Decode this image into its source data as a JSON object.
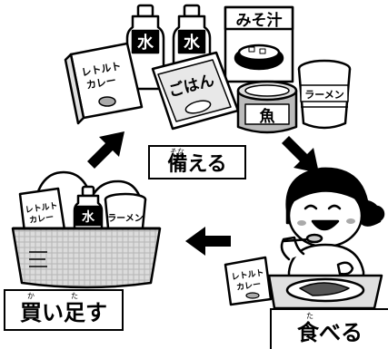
{
  "labels": {
    "sonaeru": {
      "ruby": "そな",
      "text": "備える"
    },
    "taberu": {
      "ruby": "た",
      "text": "食べる"
    },
    "kaitasu": {
      "ruby_1": "か",
      "ruby_2": "た",
      "text": "買い足す"
    }
  },
  "products": {
    "water": "水",
    "curry_line1": "レトルト",
    "curry_line2": "カレー",
    "rice": "ごはん",
    "miso": "みそ汁",
    "fish": "魚",
    "ramen": "ラーメン"
  },
  "colors": {
    "ink": "#000000",
    "paper": "#ffffff",
    "light_gray": "#e0e0e0",
    "mid_gray": "#aaaaaa"
  }
}
